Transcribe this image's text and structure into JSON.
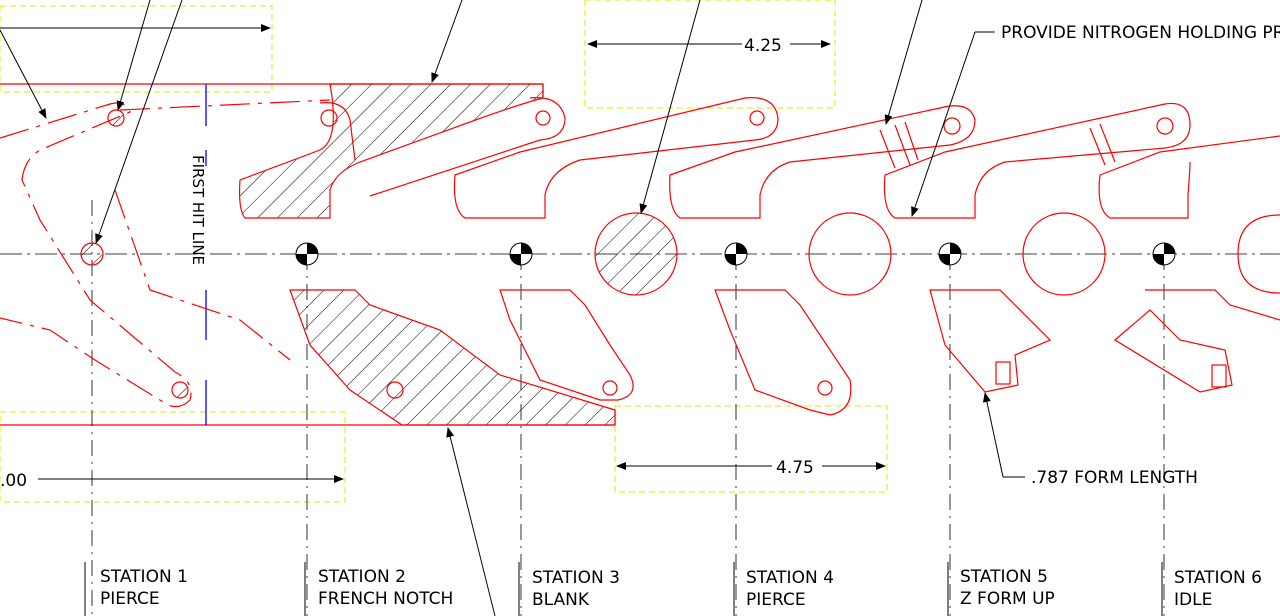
{
  "dimensions": {
    "top_left": "",
    "top_middle": "4.25",
    "bottom_left": ".00",
    "bottom_middle": "4.75"
  },
  "callouts": {
    "nitrogen": "PROVIDE NITROGEN HOLDING PRES",
    "form_length": ".787 FORM LENGTH",
    "first_hit_line": "FIRST HIT LINE"
  },
  "stations": [
    {
      "name": "STATION 1",
      "op": "PIERCE"
    },
    {
      "name": "STATION 2",
      "op": "FRENCH NOTCH"
    },
    {
      "name": "STATION 3",
      "op": "BLANK"
    },
    {
      "name": "STATION 4",
      "op": "PIERCE"
    },
    {
      "name": "STATION 5",
      "op": "Z FORM UP"
    },
    {
      "name": "STATION 6",
      "op": "IDLE"
    }
  ],
  "colors": {
    "strip_outline": "#ff0000",
    "dimension_box": "#e6e600",
    "first_hit_line": "#0000ff",
    "annotation": "#000000"
  }
}
